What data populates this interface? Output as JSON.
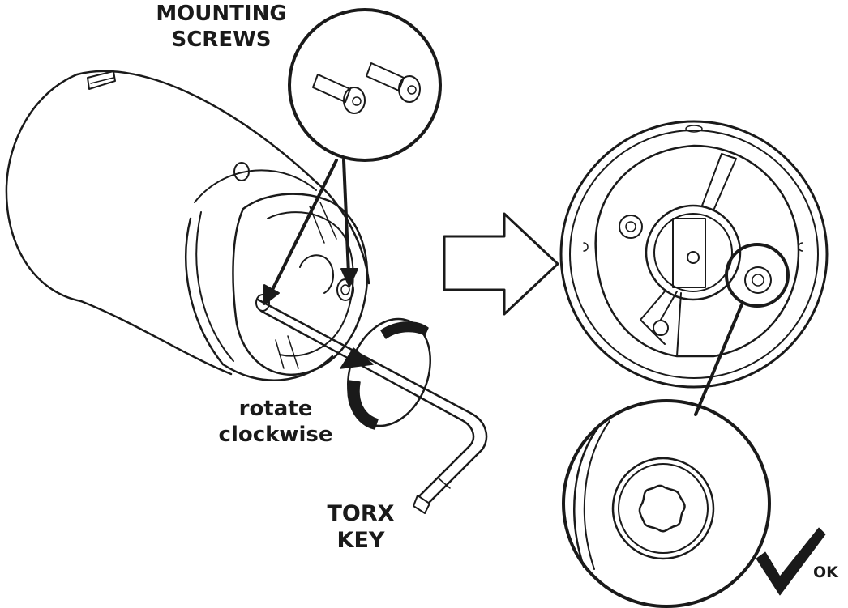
{
  "labels": {
    "mounting_screws": [
      "MOUNTING",
      "SCREWS"
    ],
    "rotate_clockwise": [
      "rotate",
      "clockwise"
    ],
    "torx_key": [
      "TORX",
      "KEY"
    ],
    "ok": "OK"
  },
  "icons": {
    "direction_arrow": "right-arrow-icon",
    "approval_mark": "checkmark-icon"
  },
  "colors": {
    "line": "#1a1a1a",
    "background": "#ffffff"
  }
}
